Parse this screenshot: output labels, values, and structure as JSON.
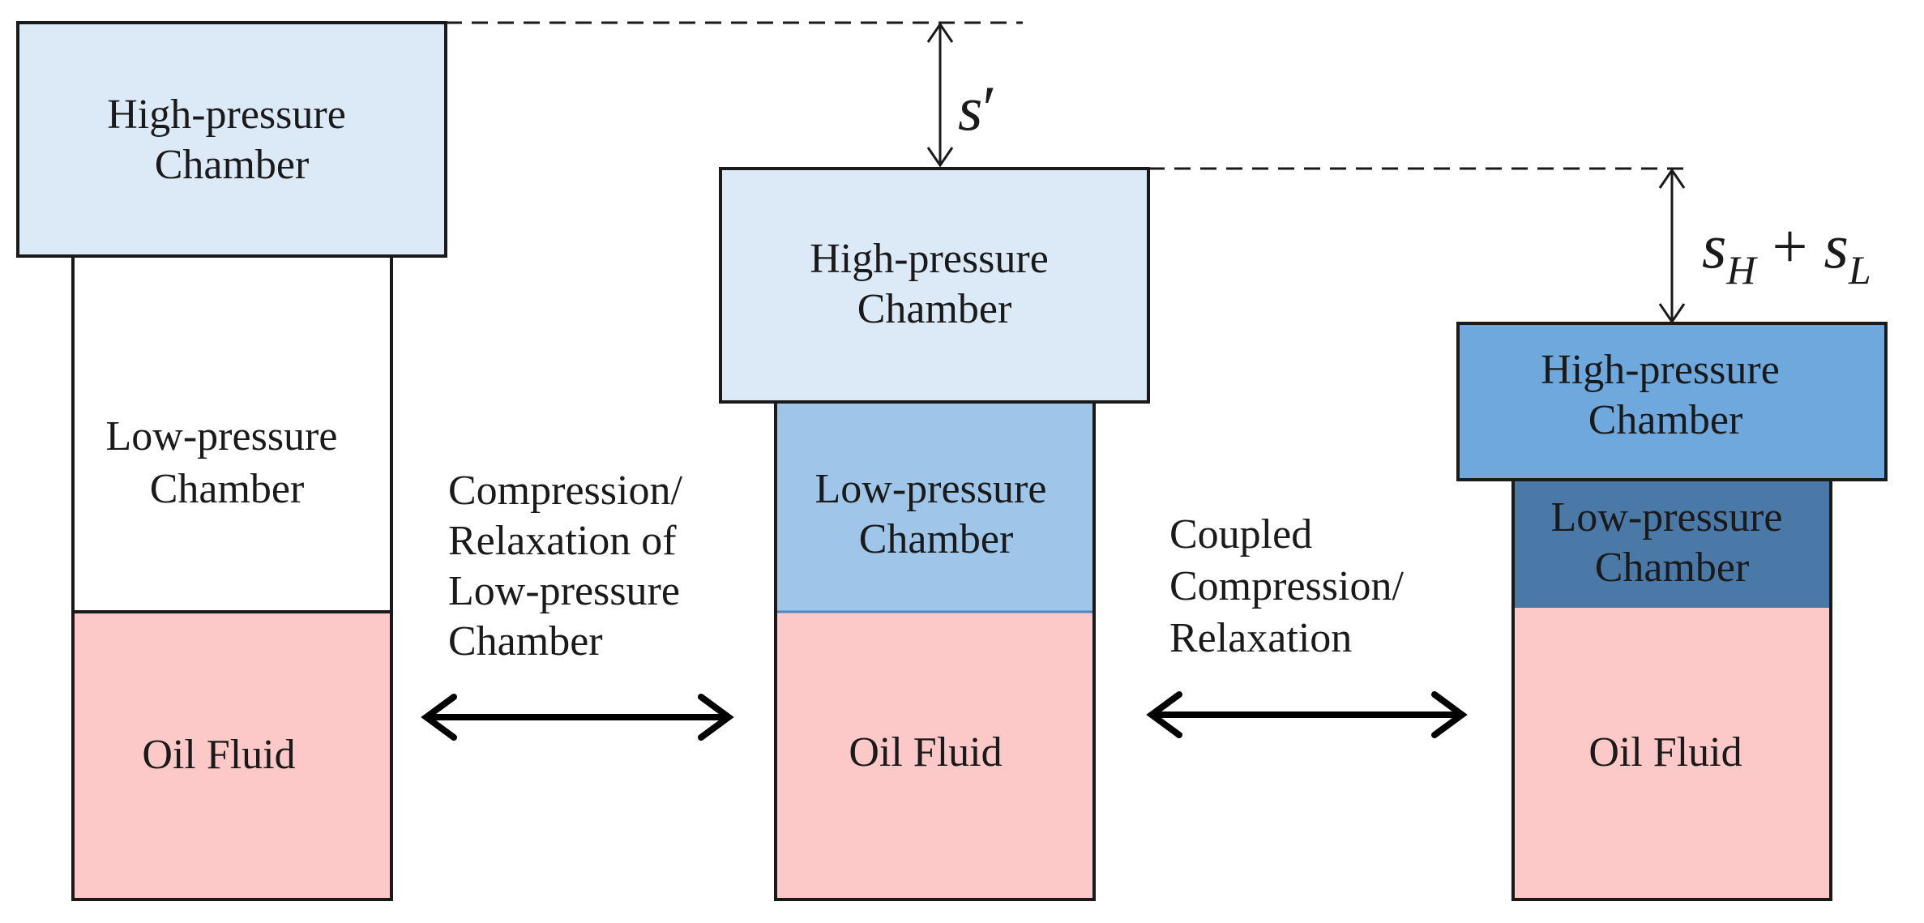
{
  "colors": {
    "outline": "#1a1a1a",
    "high_pressure_light": "#dce9f7",
    "high_pressure_mid": "#6fa8dc",
    "low_pressure_empty": "#ffffff",
    "low_pressure_light": "#9fc5e8",
    "low_pressure_dark": "#4a79a8",
    "oil_fluid": "#fcc8c8"
  },
  "states": [
    {
      "high_line1": "High-pressure",
      "high_line2": "Chamber",
      "low_line1": "Low-pressure",
      "low_line2": "Chamber",
      "oil": "Oil Fluid"
    },
    {
      "high_line1": "High-pressure",
      "high_line2": "Chamber",
      "low_line1": "Low-pressure",
      "low_line2": "Chamber",
      "oil": "Oil Fluid"
    },
    {
      "high_line1": "High-pressure",
      "high_line2": "Chamber",
      "low_line1": "Low-pressure",
      "low_line2": "Chamber",
      "oil": "Oil Fluid"
    }
  ],
  "transitions": [
    {
      "lines": [
        "Compression/",
        "Relaxation of",
        "Low-pressure",
        "Chamber"
      ],
      "arrow": "double-arrow"
    },
    {
      "lines": [
        "Coupled",
        "Compression/",
        "Relaxation"
      ],
      "arrow": "double-arrow"
    }
  ],
  "dimensions": {
    "first_offset": {
      "symbol": "s",
      "prime": "′"
    },
    "second_offset": {
      "s1": "s",
      "sub1": "H",
      "plus": "+",
      "s2": "s",
      "sub2": "L"
    }
  }
}
